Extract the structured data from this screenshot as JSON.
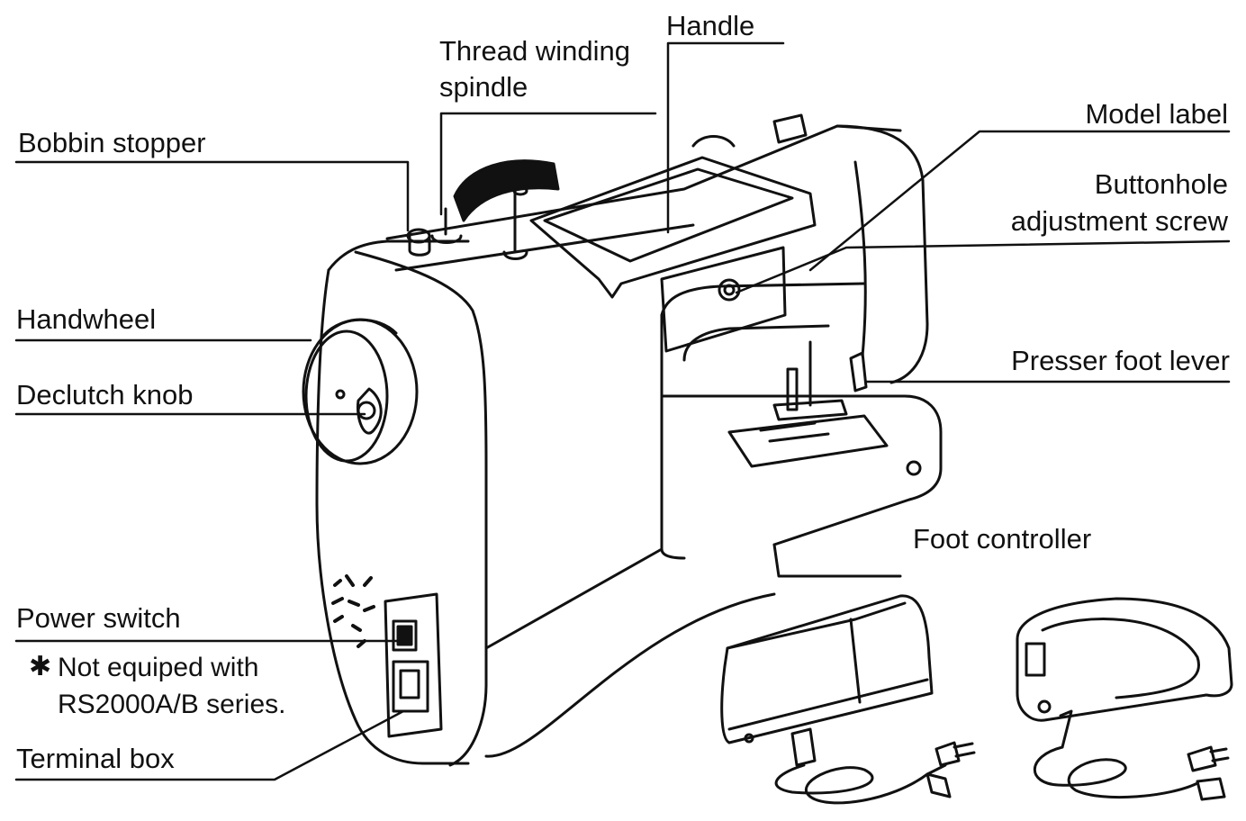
{
  "labels": {
    "handle": "Handle",
    "thread_winding_spindle_line1": "Thread winding",
    "thread_winding_spindle_line2": "spindle",
    "bobbin_stopper": "Bobbin stopper",
    "model_label": "Model label",
    "buttonhole_line1": "Buttonhole",
    "buttonhole_line2": "adjustment screw",
    "handwheel": "Handwheel",
    "declutch_knob": "Declutch knob",
    "presser_foot_lever": "Presser foot lever",
    "foot_controller": "Foot controller",
    "power_switch": "Power switch",
    "note_symbol": "✱",
    "note_line1": "Not equiped with",
    "note_line2": "RS2000A/B series.",
    "terminal_box": "Terminal box"
  },
  "colors": {
    "ink": "#111111",
    "background": "#ffffff"
  }
}
